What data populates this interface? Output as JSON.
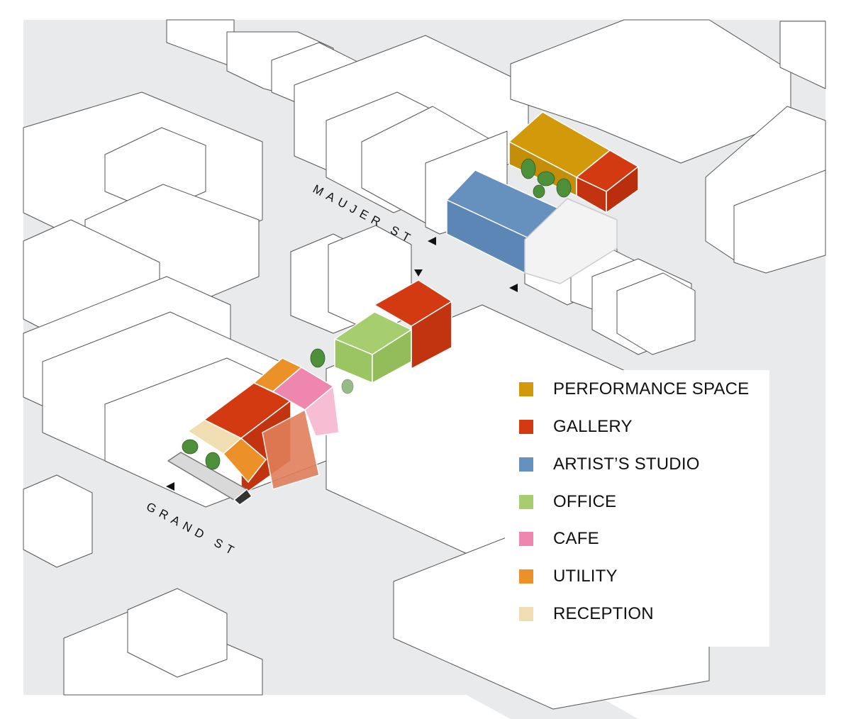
{
  "streets": {
    "maujer": "MAUJER ST",
    "grand": "GRAND ST"
  },
  "legend": [
    {
      "label": "PERFORMANCE SPACE",
      "color": "#D29A0A"
    },
    {
      "label": "GALLERY",
      "color": "#D33A12"
    },
    {
      "label": "ARTIST’S STUDIO",
      "color": "#6690BE"
    },
    {
      "label": "OFFICE",
      "color": "#A6CE6F"
    },
    {
      "label": "CAFE",
      "color": "#EF86AF"
    },
    {
      "label": "UTILITY",
      "color": "#EB9128"
    },
    {
      "label": "RECEPTION",
      "color": "#F0DEB2"
    }
  ],
  "colors": {
    "road": "#E9EAEC",
    "building_face": "#FFFFFF",
    "outline": "#555555",
    "planting": "#4E8F3A"
  }
}
